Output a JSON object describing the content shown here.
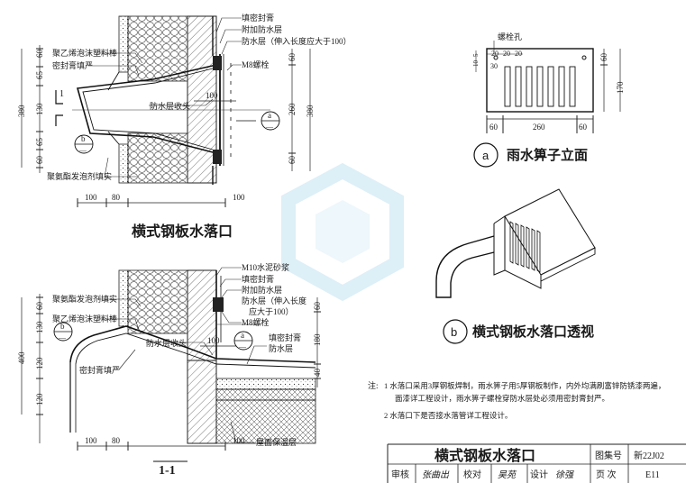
{
  "labels": {
    "top": {
      "sealant_top": "填密封膏",
      "add_waterproof": "附加防水层",
      "waterproof_extend": "防水层（伸入长度应大于100）",
      "pe_rod": "聚乙烯泡沫塑料棒",
      "sealant_fill": "密封膏填严",
      "m8_bolt": "M8螺栓",
      "waterproof_end": "防水层收头",
      "pu_foam": "聚氨酯发泡剂填实"
    },
    "bottom": {
      "m10_mortar": "M10水泥砂浆",
      "sealant_top": "填密封膏",
      "add_waterproof": "附加防水层",
      "waterproof_extend_1": "防水层（伸入长度",
      "waterproof_extend_2": "应大于100）",
      "m8_bolt": "M8螺栓",
      "pu_foam": "聚氨酯发泡剂填实",
      "pe_rod": "聚乙烯泡沫塑料棒",
      "waterproof_end": "防水层收头",
      "sealant_fill": "密封膏填严",
      "sealant_right": "填密封膏",
      "waterproof_right": "防水层",
      "roof_insulation": "屋面保温层"
    },
    "grate": {
      "bolt_hole": "螺栓孔"
    }
  },
  "dims": {
    "top_left_v": [
      "60",
      "65",
      "130",
      "65",
      "60"
    ],
    "top_left_total": "380",
    "top_right_v": [
      "60",
      "260",
      "60"
    ],
    "top_right_total": "380",
    "top_mid": "100",
    "top_bottom": [
      "100",
      "80",
      "100"
    ],
    "bot_left_v": [
      "60",
      "130",
      "120",
      "120"
    ],
    "bot_left_total": "400",
    "bot_right_v": [
      "60",
      "180",
      "40"
    ],
    "bot_mid": "100",
    "bot_bottom": [
      "100",
      "80",
      "100"
    ],
    "grate_top": [
      "20",
      "20",
      "20"
    ],
    "grate_left": [
      "5",
      "10",
      "30"
    ],
    "grate_right_v": [
      "60",
      "170"
    ],
    "grate_bottom": [
      "60",
      "260",
      "60"
    ]
  },
  "callouts": {
    "a_letter": "a",
    "b_letter": "b",
    "dash": "—",
    "section_mark": "1"
  },
  "titles": {
    "top_drawing": "横式钢板水落口",
    "section": "1-1",
    "a_title": "雨水箅子立面",
    "b_title": "横式钢板水落口透视"
  },
  "notes": {
    "prefix": "注:",
    "n1_line1": "1 水落口采用3厚钢板焊制，雨水箅子用5厚钢板制作，内外均满刷富锌防锈漆两遍，",
    "n1_line2": "面漆详工程设计，雨水箅子螺栓穿防水层处必须用密封膏封严。",
    "n2": "2 水落口下是否接水落管详工程设计。"
  },
  "title_block": {
    "title": "横式钢板水落口",
    "atlas_label": "图集号",
    "atlas_no": "新22J02",
    "review_label": "审核",
    "review_sign": "张曲出",
    "check_label": "校对",
    "check_sign": "吴苑",
    "design_label": "设计",
    "design_sign": "徐强",
    "page_label": "页 次",
    "page_no": "E11"
  },
  "colors": {
    "ink": "#1a1a1a",
    "hatch": "#555555",
    "watermark": "#9fd3ea"
  }
}
